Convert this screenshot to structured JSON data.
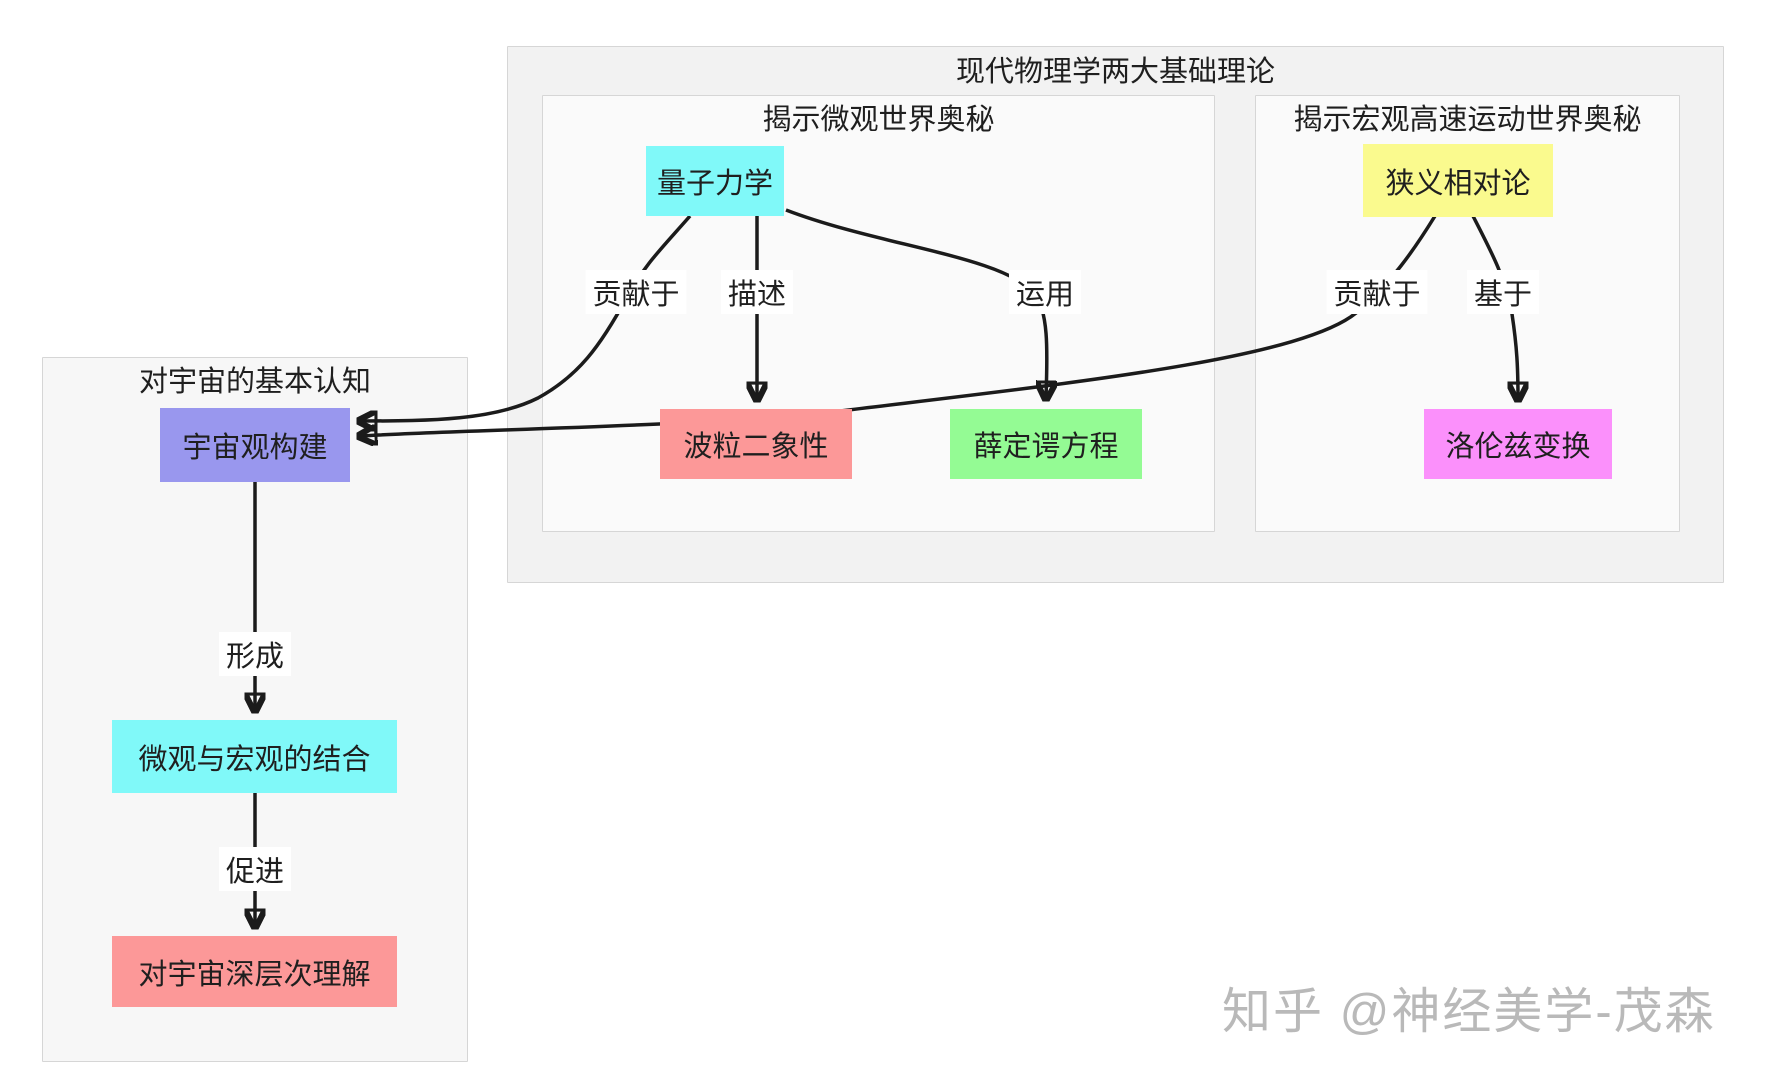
{
  "groups": {
    "outer": {
      "title": "现代物理学两大基础理论"
    },
    "micro": {
      "title": "揭示微观世界奥秘"
    },
    "macro": {
      "title": "揭示宏观高速运动世界奥秘"
    },
    "cognition": {
      "title": "对宇宙的基本认知"
    }
  },
  "nodes": {
    "quantum": {
      "label": "量子力学",
      "color": "#80f9f9"
    },
    "relativity": {
      "label": "狭义相对论",
      "color": "#fafa8e"
    },
    "duality": {
      "label": "波粒二象性",
      "color": "#fc9898"
    },
    "schrodinger": {
      "label": "薛定谔方程",
      "color": "#94fb94"
    },
    "lorentz": {
      "label": "洛伦兹变换",
      "color": "#fb90fb"
    },
    "worldview": {
      "label": "宇宙观构建",
      "color": "#9997ee"
    },
    "combination": {
      "label": "微观与宏观的结合",
      "color": "#80f9f9"
    },
    "understanding": {
      "label": "对宇宙深层次理解",
      "color": "#fc9898"
    }
  },
  "edges": {
    "quantum_worldview": {
      "label": "贡献于"
    },
    "quantum_duality": {
      "label": "描述"
    },
    "quantum_schrodinger": {
      "label": "运用"
    },
    "relativity_worldview": {
      "label": "贡献于"
    },
    "relativity_lorentz": {
      "label": "基于"
    },
    "worldview_combination": {
      "label": "形成"
    },
    "combination_understanding": {
      "label": "促进"
    }
  },
  "edge_color": "#1b1b1b",
  "watermark": "知乎 @神经美学-茂森"
}
